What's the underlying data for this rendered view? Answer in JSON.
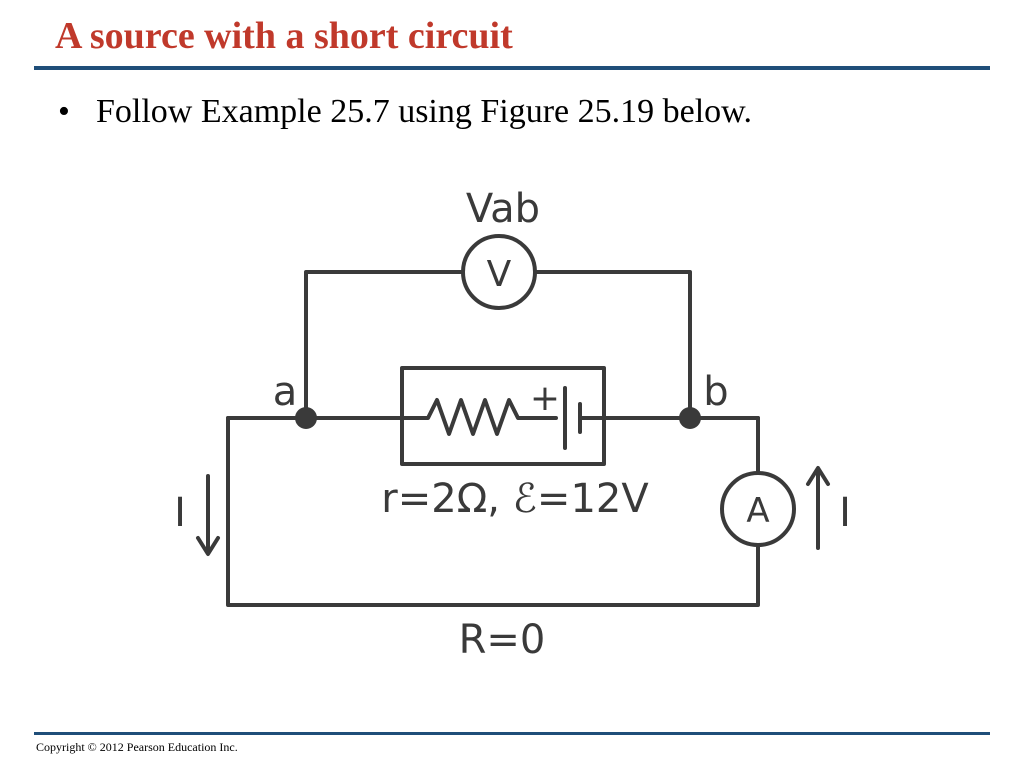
{
  "slide": {
    "title": "A source with a short circuit",
    "bullets": [
      "Follow Example 25.7 using Figure 25.19 below."
    ],
    "bullet_symbol": "•",
    "copyright": "Copyright © 2012 Pearson Education Inc."
  },
  "colors": {
    "title": "#c0392b",
    "rule": "#1f4e79",
    "wire": "#3a3a3a"
  },
  "diagram": {
    "voltmeter_reading_label": "Vab",
    "voltmeter_symbol": "V",
    "ammeter_symbol": "A",
    "node_a_label": "a",
    "node_b_label": "b",
    "battery_plus_sign": "+",
    "source_params": "r=2Ω, ℰ=12V",
    "current_label_left": "I",
    "current_label_right": "I",
    "load_resistance": "R=0"
  }
}
